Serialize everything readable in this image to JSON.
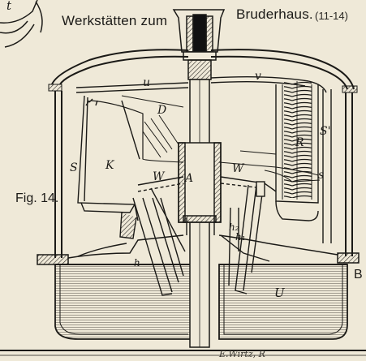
{
  "header": {
    "left": "Werkstätten zum",
    "right": "Bruderhaus.",
    "number": "(11-14)",
    "corner_letter": "t"
  },
  "figure_label": "Fig. 14.",
  "side_letter": "B",
  "signature": "E.Wirtz, R",
  "labels": {
    "u": "u",
    "v": "v",
    "D": "D",
    "S_left": "S",
    "K": "K",
    "W_left": "W",
    "A": "A",
    "W_right": "W",
    "R": "R",
    "S_right": "S'",
    "s": "s",
    "h_left": "h",
    "h1": "h₁",
    "h2": "h₂",
    "U": "U"
  },
  "colors": {
    "paper": "#efe9d8",
    "ink": "#1b1a17",
    "water_line": "#5a5650",
    "hatch": "#2a2824"
  }
}
